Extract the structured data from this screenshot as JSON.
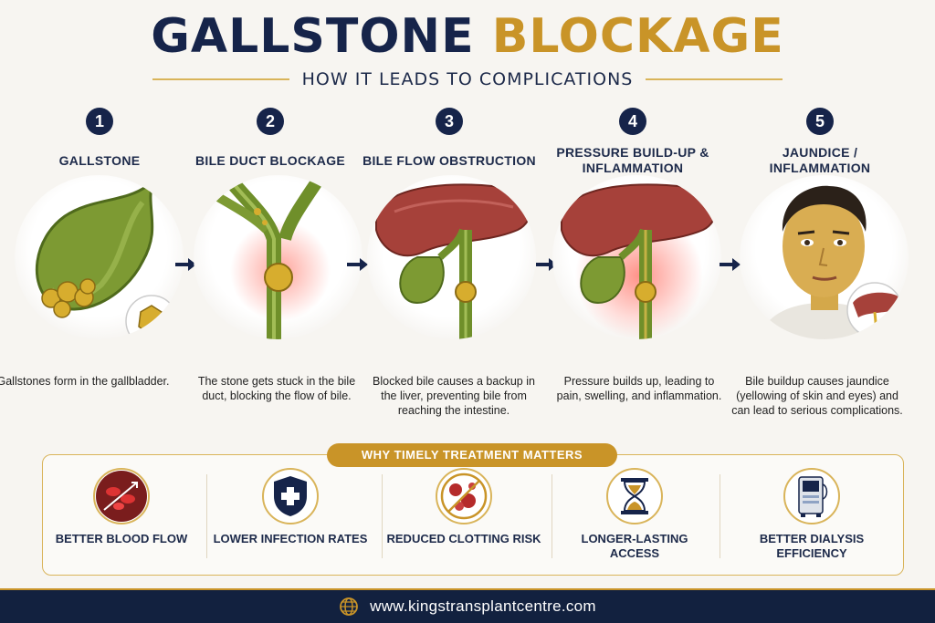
{
  "header": {
    "title_part1": "GALLSTONE",
    "title_part2": "BLOCKAGE",
    "subtitle": "HOW IT LEADS TO COMPLICATIONS"
  },
  "steps": [
    {
      "num": "1",
      "title": "GALLSTONE",
      "desc": "Gallstones form in the gallbladder."
    },
    {
      "num": "2",
      "title": "BILE DUCT BLOCKAGE",
      "desc": "The stone gets stuck in the bile duct, blocking the flow of bile."
    },
    {
      "num": "3",
      "title": "BILE FLOW OBSTRUCTION",
      "desc": "Blocked bile causes a backup in the liver, preventing bile from reaching the intestine."
    },
    {
      "num": "4",
      "title": "PRESSURE BUILD-UP & INFLAMMATION",
      "desc": "Pressure builds up, leading to pain, swelling, and inflammation."
    },
    {
      "num": "5",
      "title": "JAUNDICE / INFLAMMATION",
      "desc": "Bile buildup causes jaundice (yellowing of skin and eyes) and can lead to serious complications."
    }
  ],
  "benefits": {
    "heading": "WHY TIMELY TREATMENT MATTERS",
    "items": [
      {
        "label": "BETTER BLOOD FLOW",
        "icon": "blood-cells-icon"
      },
      {
        "label": "LOWER INFECTION RATES",
        "icon": "shield-cross-icon"
      },
      {
        "label": "REDUCED CLOTTING RISK",
        "icon": "clot-icon"
      },
      {
        "label": "LONGER-LASTING ACCESS",
        "icon": "hourglass-icon"
      },
      {
        "label": "BETTER DIALYSIS EFFICIENCY",
        "icon": "dialysis-machine-icon"
      }
    ]
  },
  "footer": {
    "url": "www.kingstransplantcentre.com",
    "icon": "globe-icon"
  },
  "colors": {
    "navy": "#16244a",
    "gold": "#c99428",
    "bile_green": "#6f8f2a",
    "liver_red": "#a6413a"
  }
}
